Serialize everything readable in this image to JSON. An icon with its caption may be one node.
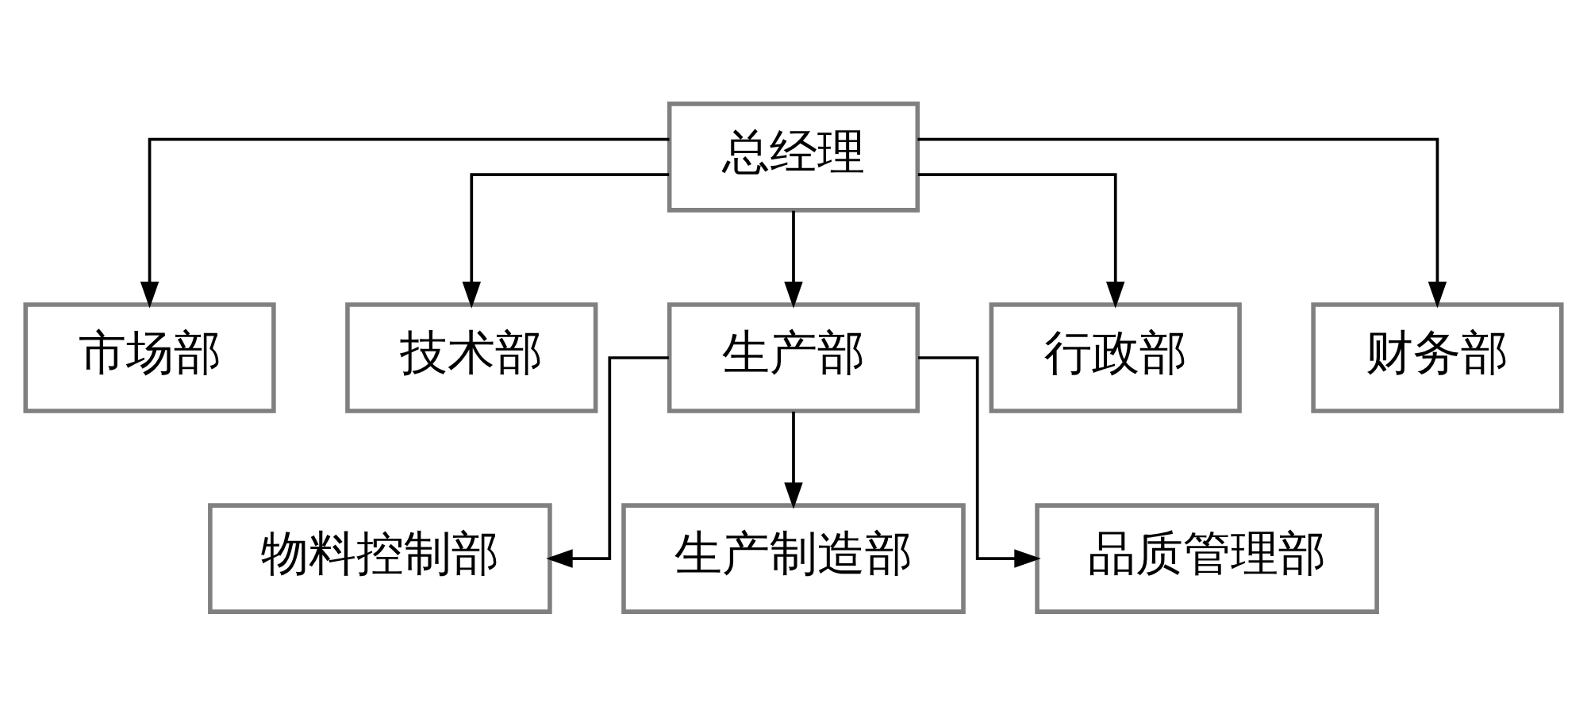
{
  "diagram": {
    "nodes": [
      {
        "text": [
          "总经理"
        ]
      },
      {
        "text": [
          "市场部"
        ]
      },
      {
        "text": [
          "技术部"
        ]
      },
      {
        "text": [
          "生产部"
        ]
      },
      {
        "text": [
          "行政部"
        ]
      },
      {
        "text": [
          "财务部"
        ]
      },
      {
        "text": [
          "物料控制部"
        ]
      },
      {
        "text": [
          "生产制造部"
        ]
      },
      {
        "text": [
          "品质管理部"
        ]
      }
    ],
    "edges": [
      {
        "from": 0,
        "to": 1,
        "arrow": "to"
      },
      {
        "from": 0,
        "to": 2,
        "arrow": "to"
      },
      {
        "from": 0,
        "to": 3,
        "arrow": "to"
      },
      {
        "from": 0,
        "to": 4,
        "arrow": "to"
      },
      {
        "from": 0,
        "to": 5,
        "arrow": "to"
      },
      {
        "from": 3,
        "to": 6,
        "arrow": "to"
      },
      {
        "from": 3,
        "to": 7,
        "arrow": "to"
      },
      {
        "from": 3,
        "to": 8,
        "arrow": "to"
      }
    ]
  }
}
